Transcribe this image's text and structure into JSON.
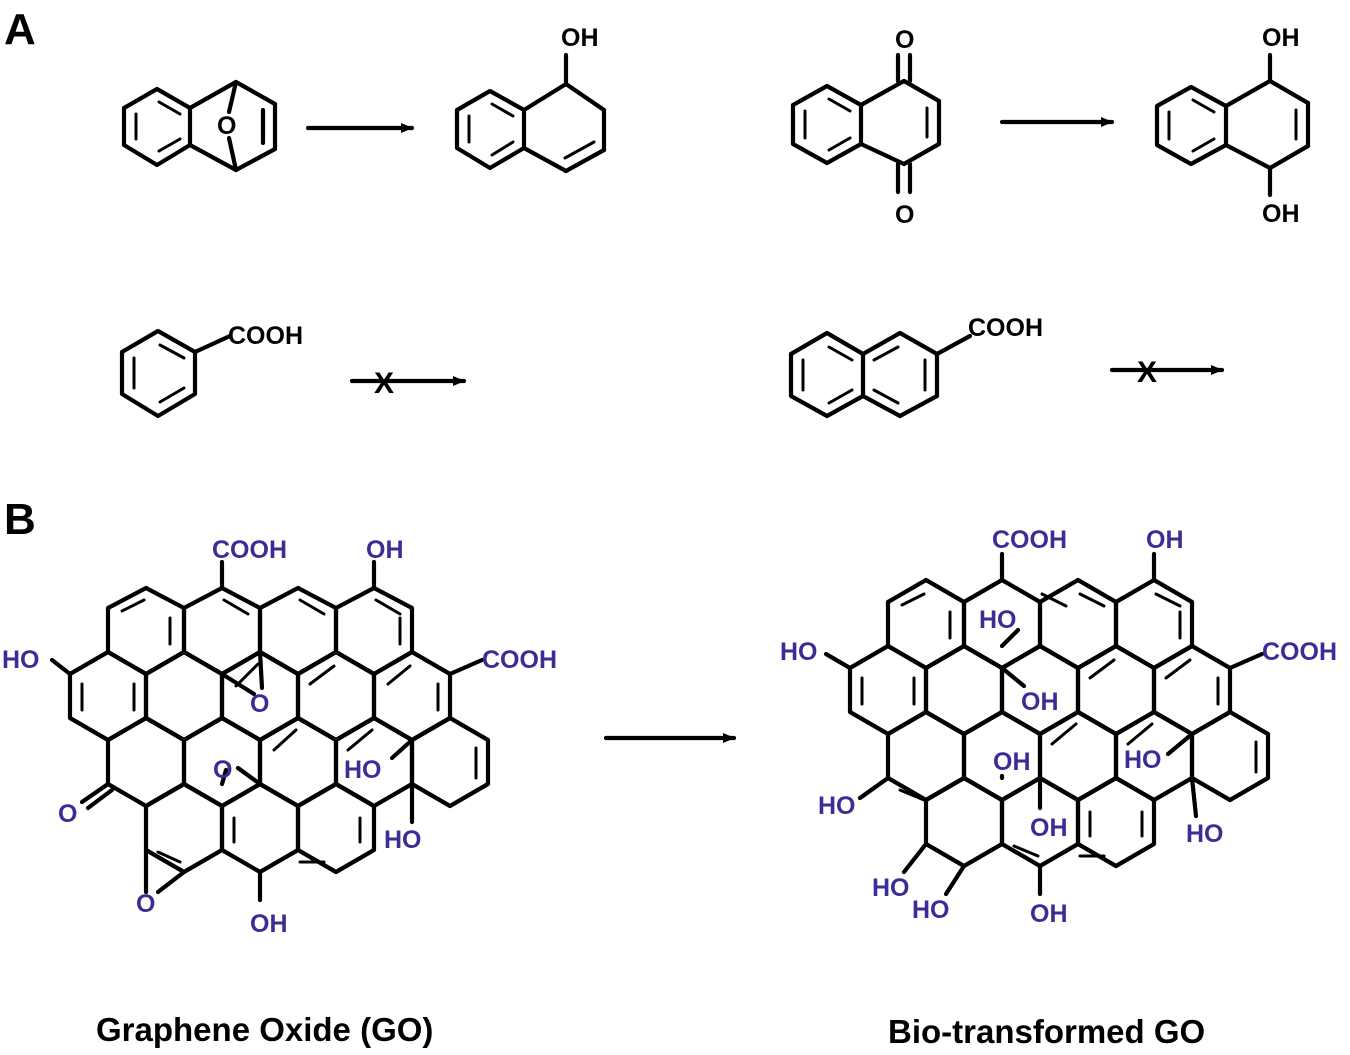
{
  "panels": {
    "a": {
      "letter": "A"
    },
    "b": {
      "letter": "B"
    }
  },
  "colors": {
    "bond": "#000000",
    "functional_group": "#3a2e96"
  },
  "reaction_a1": {
    "reactant_bridge_atom": "O",
    "product_group": "OH"
  },
  "reaction_a2": {
    "reactant_top_group": "O",
    "reactant_bottom_group": "O",
    "product_top_group": "OH",
    "product_bottom_group": "OH"
  },
  "reaction_a3": {
    "reactant_group": "COOH",
    "blocked_mark": "X"
  },
  "reaction_a4": {
    "reactant_group": "COOH",
    "blocked_mark": "X"
  },
  "go": {
    "caption": "Graphene Oxide (GO)",
    "groups": {
      "cooh_top": "COOH",
      "oh_top": "OH",
      "ho_left": "HO",
      "cooh_right": "COOH",
      "epoxy_center": "O",
      "epoxy_mid": "O",
      "ho_right": "HO",
      "ho_lower_right": "HO",
      "ketone": "O",
      "epoxy_bottom": "O",
      "oh_bottom": "OH"
    }
  },
  "bio_go": {
    "caption": "Bio-transformed GO",
    "groups": {
      "cooh_top": "COOH",
      "oh_top": "OH",
      "ho_left": "HO",
      "ho_inner": "HO",
      "oh_inner": "OH",
      "cooh_right": "COOH",
      "oh_center": "OH",
      "ho_right": "HO",
      "ho_lower_left": "HO",
      "oh_center_low": "OH",
      "ho_lower_right": "HO",
      "ho_bottom_left_1": "HO",
      "ho_bottom_left_2": "HO",
      "oh_bottom": "OH"
    }
  }
}
